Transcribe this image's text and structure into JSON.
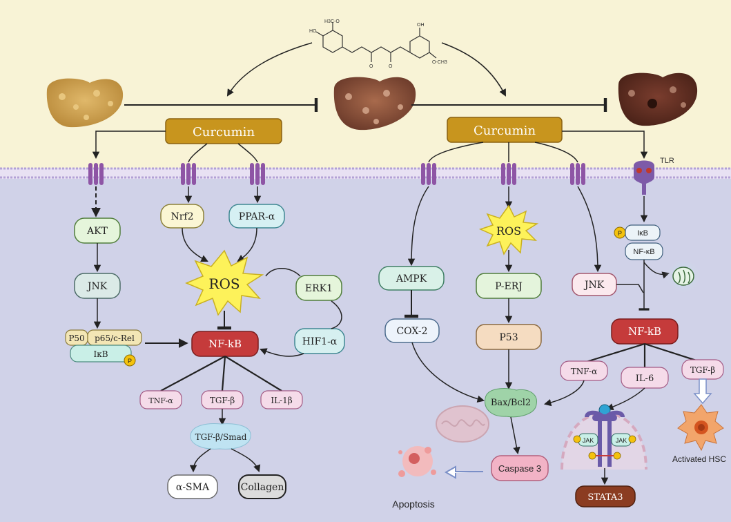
{
  "molecule_labels": {
    "methoxy_left": "H3C-O",
    "hydroxy_left": "HO",
    "hydroxy_right": "OH",
    "methoxy_right": "O-CH3",
    "oxygen_1": "O",
    "oxygen_2": "O"
  },
  "left": {
    "curcumin": "Curcumin",
    "akt": "AKT",
    "jnk": "JNK",
    "p50": "P50",
    "p65": "p65/c-Rel",
    "ikb": "IκB",
    "p_badge": "P",
    "nrf2": "Nrf2",
    "ppar": "PPAR-α",
    "ros": "ROS",
    "erk1": "ERK1",
    "hif1": "HIF1-α",
    "nfkb": "NF-kB",
    "tnf": "TNF-α",
    "tgf": "TGF-β",
    "il1": "IL-1β",
    "tgf_smad": "TGF-β/Smad",
    "asma": "α-SMA",
    "collagen": "Collagen"
  },
  "right": {
    "curcumin": "Curcumin",
    "tlr": "TLR",
    "ampk": "AMPK",
    "cox2": "COX-2",
    "ros": "ROS",
    "perj": "P-ERJ",
    "p53": "P53",
    "bax": "Bax/Bcl2",
    "caspase": "Caspase 3",
    "apoptosis": "Apoptosis",
    "jnk": "JNK",
    "ikb": "IκB",
    "nfkb_complex": "NF-κB",
    "p_badge": "P",
    "nfkb": "NF-kB",
    "tnf": "TNF-α",
    "il6": "IL-6",
    "tgf": "TGF-β",
    "jak1": "JAK",
    "jak2": "JAK",
    "stat3": "STATA3",
    "activated_hsc": "Activated HSC"
  },
  "colors": {
    "top_bg": "#f8f3d6",
    "cell_bg": "#d0d2e8",
    "membrane": "#b3a2d6",
    "curcumin_fill": "#c8951e",
    "nfkb_fill": "#c53b3b",
    "ros_fill": "#fdf25a",
    "receptor": "#8e55a5"
  }
}
